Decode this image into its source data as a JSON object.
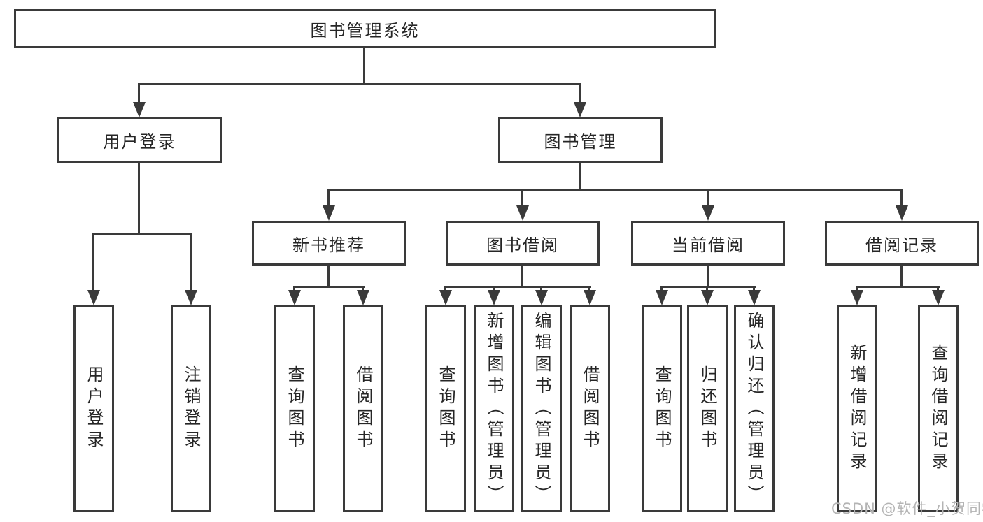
{
  "colors": {
    "line": "#3a3a3a",
    "text": "#262626",
    "box-bg": "#ffffff",
    "page-bg": "#ffffff",
    "watermark": "#b4b4b4"
  },
  "tree": {
    "root": {
      "label": "图书管理系统"
    },
    "branches": [
      {
        "label": "用户登录",
        "children": [
          {
            "label": "用户登录"
          },
          {
            "label": "注销登录"
          }
        ]
      },
      {
        "label": "图书管理",
        "children": [
          {
            "label": "新书推荐",
            "children": [
              {
                "label": "查询图书"
              },
              {
                "label": "借阅图书"
              }
            ]
          },
          {
            "label": "图书借阅",
            "children": [
              {
                "label": "查询图书"
              },
              {
                "label": "新增图书（管理员）"
              },
              {
                "label": "编辑图书（管理员）"
              },
              {
                "label": "借阅图书"
              }
            ]
          },
          {
            "label": "当前借阅",
            "children": [
              {
                "label": "查询图书"
              },
              {
                "label": "归还图书"
              },
              {
                "label": "确认归还（管理员）"
              }
            ]
          },
          {
            "label": "借阅记录",
            "children": [
              {
                "label": "新增借阅记录"
              },
              {
                "label": "查询借阅记录"
              }
            ]
          }
        ]
      }
    ]
  },
  "watermark": {
    "text": "CSDN @软件_小贺同学"
  }
}
